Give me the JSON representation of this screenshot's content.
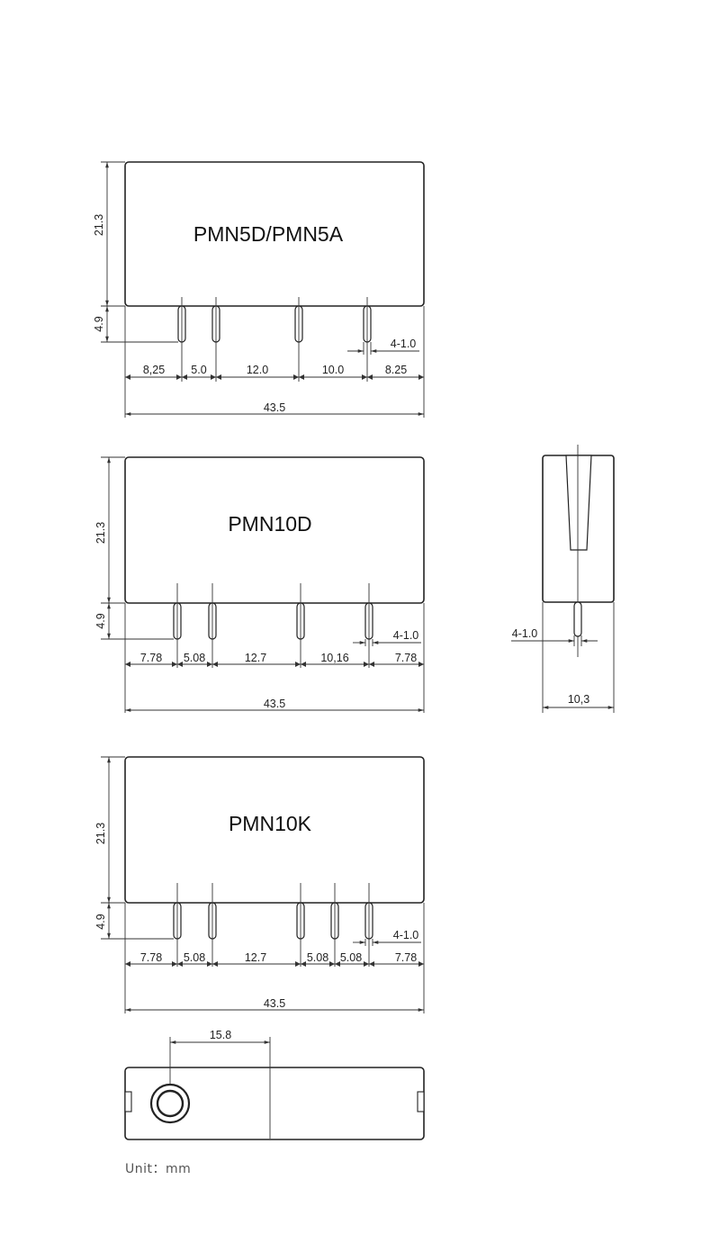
{
  "views": {
    "pmn5": {
      "title": "PMN5D/PMN5A",
      "height": "21.3",
      "pin_length": "4.9",
      "pin_dia": "4-1.0",
      "spacings": [
        "8,25",
        "5.0",
        "12.0",
        "10.0",
        "8.25"
      ],
      "total_length": "43.5"
    },
    "pmn10d": {
      "title": "PMN10D",
      "height": "21.3",
      "pin_length": "4.9",
      "pin_dia": "4-1.0",
      "spacings": [
        "7.78",
        "5.08",
        "12.7",
        "10,16",
        "7.78"
      ],
      "total_length": "43.5"
    },
    "pmn10k": {
      "title": "PMN10K",
      "height": "21.3",
      "pin_length": "4.9",
      "pin_dia": "4-1.0",
      "spacings": [
        "7.78",
        "5.08",
        "12.7",
        "5.08",
        "5.08",
        "7.78"
      ],
      "total_length": "43.5"
    },
    "side": {
      "pin_dia": "4-1.0",
      "width": "10,3"
    },
    "top": {
      "hole_offset": "15.8"
    }
  },
  "unit_label": "Unit：mm"
}
